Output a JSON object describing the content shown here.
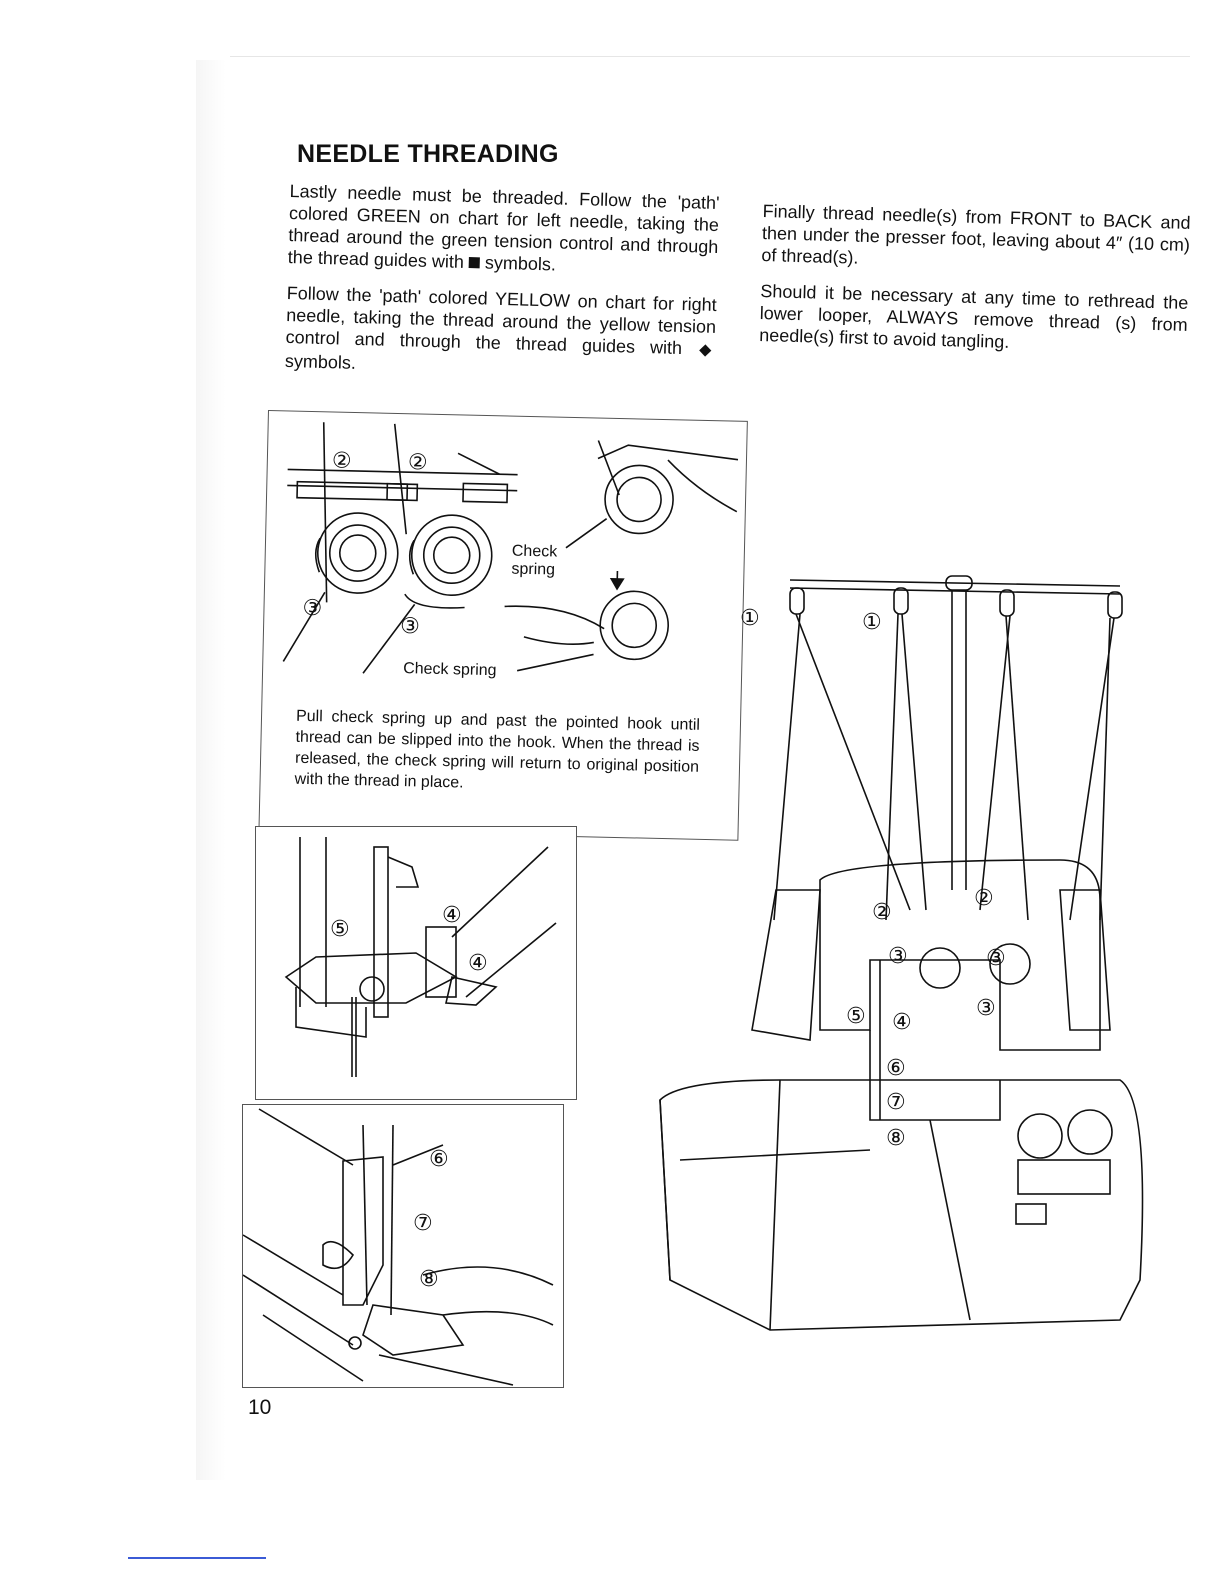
{
  "page": {
    "title": "NEEDLE THREADING",
    "page_number": "10"
  },
  "left_column": {
    "p1_pre": "Lastly needle must be threaded. Follow the 'path' colored GREEN on chart for left needle, taking the thread around the green tension control and through the thread guides with",
    "p1_post": "symbols.",
    "p2_pre": "Follow the 'path' colored YELLOW on chart for right needle, taking the thread around the yellow tension control and through the thread guides with",
    "p2_post": "symbols."
  },
  "right_column": {
    "p1": "Finally thread needle(s) from FRONT to BACK and then under the presser foot, leaving about 4″ (10 cm) of thread(s).",
    "p2": "Should it be necessary at any time to rethread the lower looper, ALWAYS remove thread (s) from needle(s) first to avoid tangling."
  },
  "panel1": {
    "label_check_spring_1": "Check spring",
    "label_check_spring_2": "Check spring",
    "caption": "Pull check spring up and past the pointed hook until thread can be slipped into the hook. When the thread is released, the check spring will return to original position with the thread in place.",
    "markers": [
      "②",
      "②",
      "③",
      "③"
    ]
  },
  "panel2": {
    "markers": [
      "⑤",
      "④",
      "④"
    ]
  },
  "panel3": {
    "markers": [
      "⑥",
      "⑦",
      "⑧"
    ]
  },
  "machine": {
    "markers": [
      "①",
      "①",
      "②",
      "②",
      "③",
      "③",
      "③",
      "⑤",
      "④",
      "⑥",
      "⑦",
      "⑧"
    ]
  },
  "icons": {
    "square_symbol": "square-bullet-icon",
    "diamond_symbol": "diamond-bullet-icon"
  }
}
